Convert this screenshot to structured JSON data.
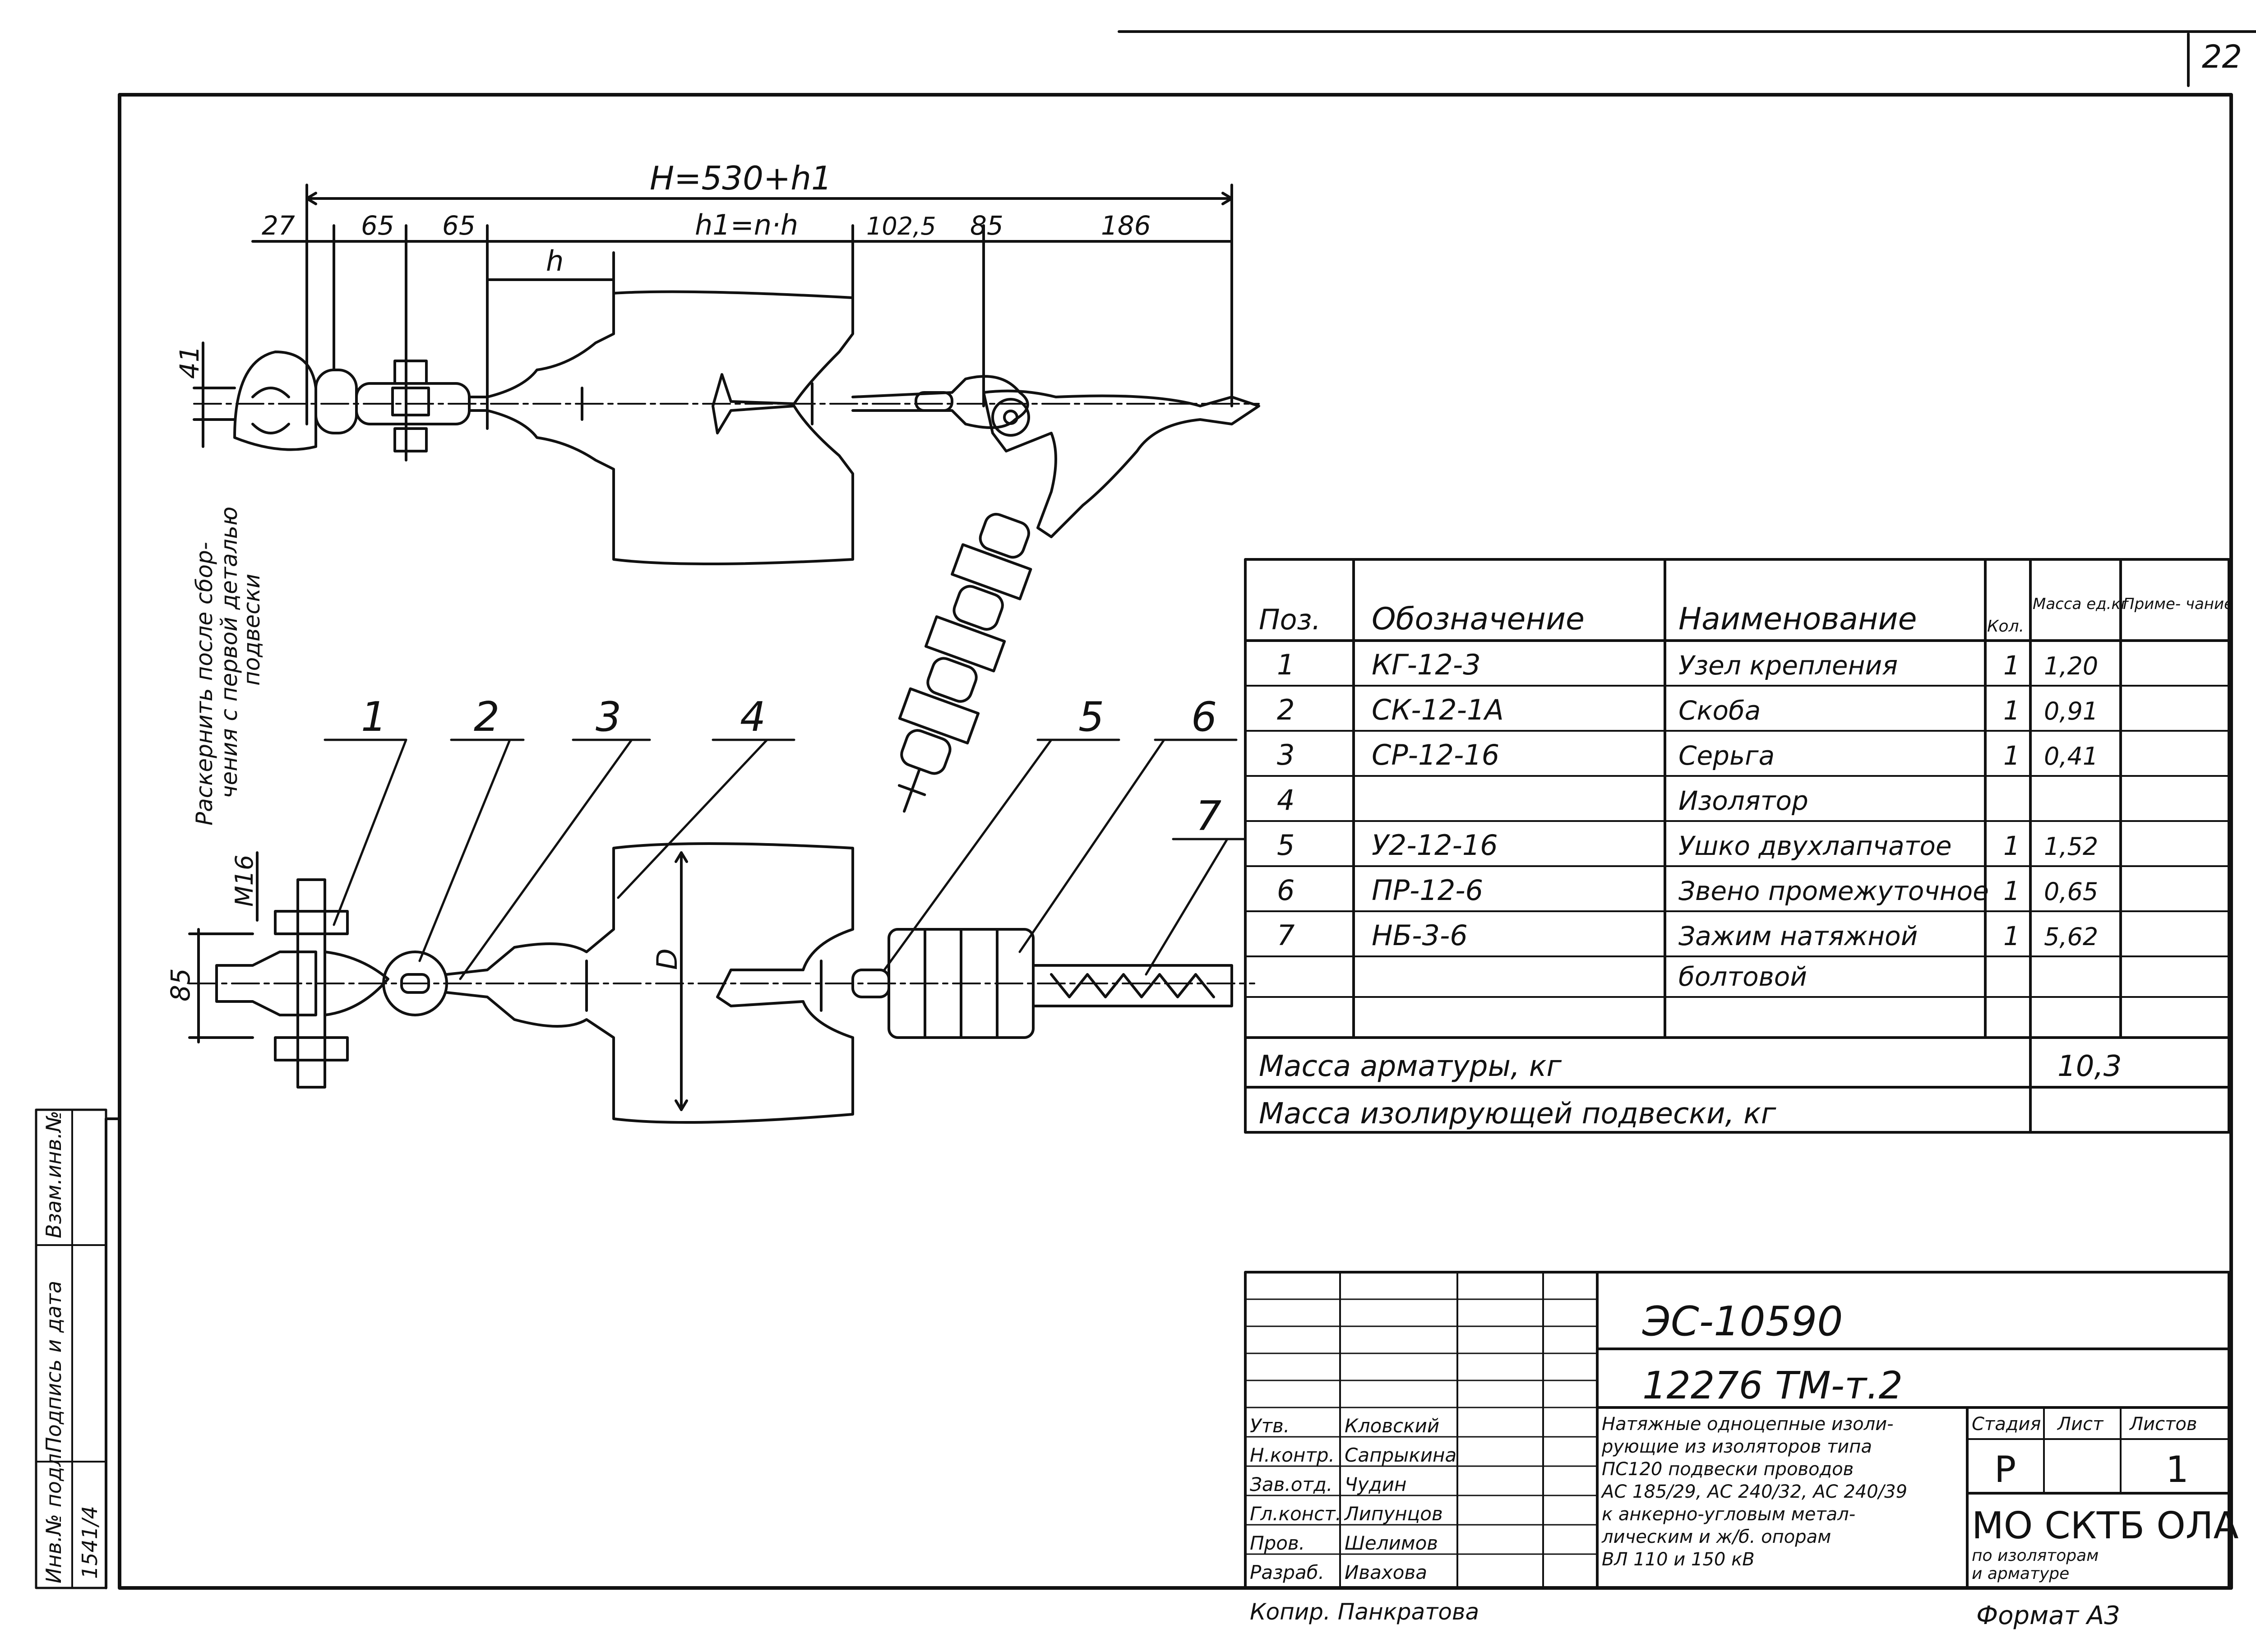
{
  "sheet_number": "22",
  "dimensions": {
    "overall": "H=530+h1",
    "d27": "27",
    "d65a": "65",
    "d65b": "65",
    "h_series": "h1=n·h",
    "d1025": "102,5",
    "d85": "85",
    "d186": "186",
    "h": "h",
    "d41": "41",
    "m16": "M16",
    "d85v": "85",
    "D": "D"
  },
  "side_note": [
    "Раскернить после сбор-",
    "чения с первой деталью",
    "подвески"
  ],
  "callouts": [
    "1",
    "2",
    "3",
    "4",
    "5",
    "6",
    "7"
  ],
  "spec": {
    "headers": {
      "pos": "Поз.",
      "designation": "Обозначение",
      "name": "Наименование",
      "qty": "Кол.",
      "mass": "Масса ед.кг",
      "note": "Приме- чание"
    },
    "rows": [
      {
        "pos": "1",
        "designation": "КГ-12-3",
        "name": "Узел крепления",
        "qty": "1",
        "mass": "1,20"
      },
      {
        "pos": "2",
        "designation": "СК-12-1А",
        "name": "Скоба",
        "qty": "1",
        "mass": "0,91"
      },
      {
        "pos": "3",
        "designation": "СР-12-16",
        "name": "Серьга",
        "qty": "1",
        "mass": "0,41"
      },
      {
        "pos": "4",
        "designation": "",
        "name": "Изолятор",
        "qty": "",
        "mass": ""
      },
      {
        "pos": "5",
        "designation": "У2-12-16",
        "name": "Ушко двухлапчатое",
        "qty": "1",
        "mass": "1,52"
      },
      {
        "pos": "6",
        "designation": "ПР-12-6",
        "name": "Звено промежуточное",
        "qty": "1",
        "mass": "0,65"
      },
      {
        "pos": "7",
        "designation": "НБ-3-6",
        "name": "Зажим натяжной",
        "qty": "1",
        "mass": "5,62"
      },
      {
        "pos": "",
        "designation": "",
        "name": "болтовой",
        "qty": "",
        "mass": ""
      }
    ],
    "mass_fittings_label": "Масса арматуры, кг",
    "mass_fittings_value": "10,3",
    "mass_suspension_label": "Масса изолирующей подвески, кг"
  },
  "title_block": {
    "code1": "ЭС-10590",
    "code2": "12276 ТМ-т.2",
    "description": [
      "Натяжные одноцепные изоли-",
      "рующие из изоляторов типа",
      "ПС120 подвески проводов",
      "АС 185/29, АС 240/32, АС 240/39",
      "к анкерно-угловым метал-",
      "лическим и ж/б. опорам",
      "ВЛ 110 и 150 кВ"
    ],
    "stage_label": "Стадия",
    "sheet_label": "Лист",
    "sheets_label": "Листов",
    "stage": "Р",
    "sheets": "1",
    "org": "МО СКТБ ОЛА",
    "org_sub": [
      "по изоляторам",
      "и арматуре"
    ],
    "roles": [
      {
        "role": "Утв.",
        "name": "Кловский"
      },
      {
        "role": "Н.контр.",
        "name": "Сапрыкина"
      },
      {
        "role": "Зав.отд.",
        "name": "Чудин"
      },
      {
        "role": "Гл.конст.",
        "name": "Липунцов"
      },
      {
        "role": "Пров.",
        "name": "Шелимов"
      },
      {
        "role": "Разраб.",
        "name": "Ивахова"
      }
    ],
    "copy": "Копир.  Панкратова",
    "format": "Формат А3"
  },
  "left_strip": [
    "Инв.№ подл.",
    "Подпись и дата",
    "Взам.инв.№",
    "1541/4"
  ]
}
